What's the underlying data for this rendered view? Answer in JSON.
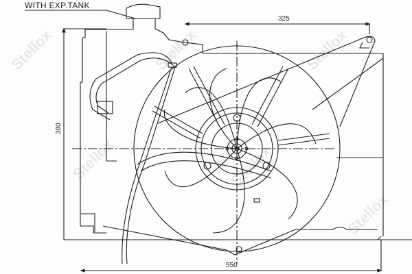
{
  "title": "WITH  EXP.TANK",
  "dimensions": {
    "top_width": "325",
    "bottom_width": "550",
    "height": "380"
  },
  "watermark": "Stellox",
  "colors": {
    "line": "#1a1a1a",
    "watermark": "#e6e6e6",
    "background": "#fdfdfd"
  }
}
